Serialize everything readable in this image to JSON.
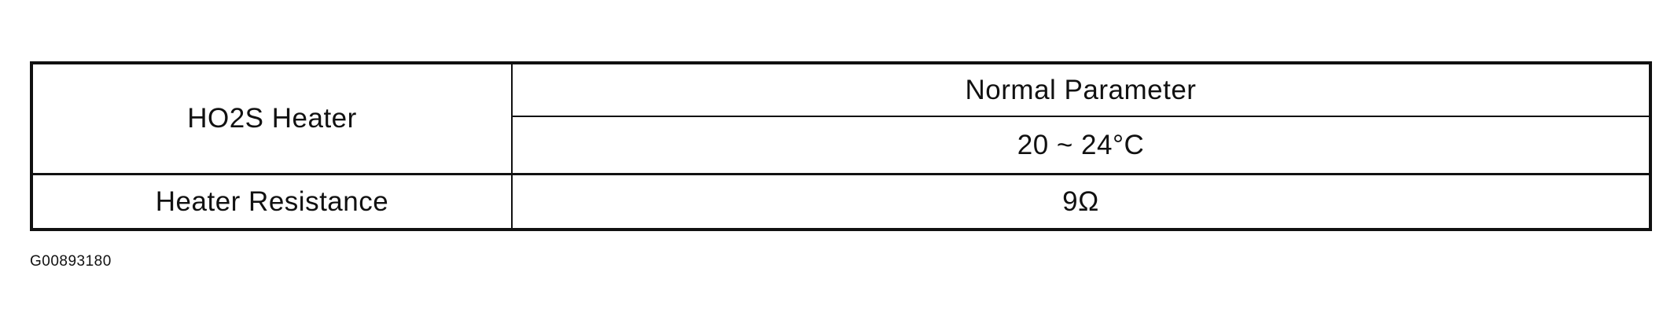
{
  "table": {
    "row1_label": "HO2S Heater",
    "column_header": "Normal Parameter",
    "condition": "20 ~ 24°C",
    "row2_label": "Heater Resistance",
    "row2_value": "9Ω"
  },
  "figure_code": "G00893180"
}
